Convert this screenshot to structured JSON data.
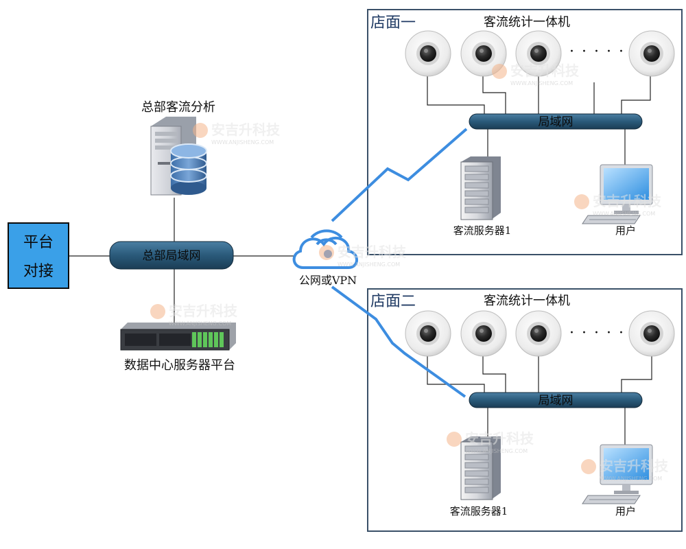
{
  "hq": {
    "analysis_label": "总部客流分析",
    "lan_label": "总部局域网",
    "datacenter_label": "数据中心服务器平台",
    "platform_label_line1": "平台",
    "platform_label_line2": "对接"
  },
  "cloud": {
    "label": "公网或VPN"
  },
  "stores": [
    {
      "name": "店面一",
      "counter_label": "客流统计一体机",
      "dots": "· · · · ·",
      "lan_label": "局域网",
      "server_label": "客流服务器1",
      "user_label": "用户"
    },
    {
      "name": "店面二",
      "counter_label": "客流统计一体机",
      "dots": "· · · · ·",
      "lan_label": "局域网",
      "server_label": "客流服务器1",
      "user_label": "用户"
    }
  ],
  "watermark": {
    "cn": "安吉升科技",
    "en": "WWW.ANJISHENG.COM"
  },
  "colors": {
    "bus": "#2a5a7a",
    "store_border": "#3a5068",
    "platform_box": "#3aa0e8",
    "lightning": "#3d8de0"
  }
}
